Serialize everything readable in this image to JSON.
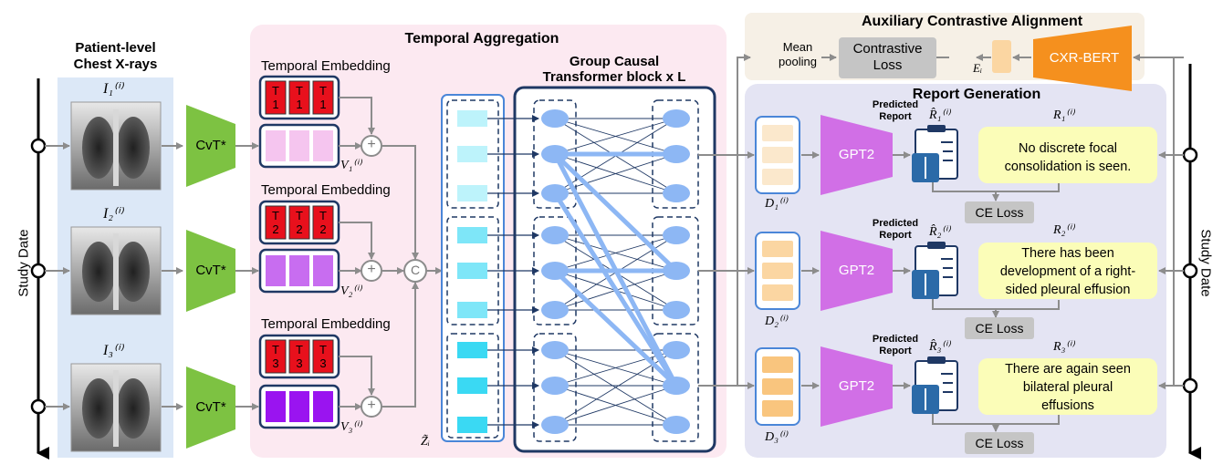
{
  "left_panel": {
    "title_line1": "Patient-level",
    "title_line2": "Chest X-rays"
  },
  "axis": {
    "left_label": "Study Date",
    "right_label": "Study Date"
  },
  "images": [
    "I₁⁽ⁱ⁾",
    "I₂⁽ⁱ⁾",
    "I₃⁽ⁱ⁾"
  ],
  "encoder": {
    "label": "CvT*"
  },
  "temporal": {
    "title": "Temporal Aggregation",
    "embedding_label": "Temporal Embedding",
    "tokens": [
      [
        "T",
        "1"
      ],
      [
        "T",
        "2"
      ],
      [
        "T",
        "3"
      ]
    ],
    "visual_features": [
      "V₁⁽ⁱ⁾",
      "V₂⁽ⁱ⁾",
      "V₃⁽ⁱ⁾"
    ],
    "plus": "+",
    "concat": "C",
    "z_label": "Z̃ᵢ",
    "transformer_title_line1": "Group Causal",
    "transformer_title_line2": "Transformer block x L"
  },
  "auxiliary": {
    "title": "Auxiliary Contrastive Alignment",
    "mean_pooling_line1": "Mean",
    "mean_pooling_line2": "pooling",
    "contrastive_line1": "Contrastive",
    "contrastive_line2": "Loss",
    "e_label": "Eᵢ",
    "cxr_bert": "CXR-BERT"
  },
  "report": {
    "title": "Report Generation",
    "decoder": "GPT2",
    "predicted_line1": "Predicted",
    "predicted_line2": "Report",
    "d_labels": [
      "D₁⁽ⁱ⁾",
      "D₂⁽ⁱ⁾",
      "D₃⁽ⁱ⁾"
    ],
    "pred_labels": [
      "R̂₁⁽ⁱ⁾",
      "R̂₂⁽ⁱ⁾",
      "R̂₃⁽ⁱ⁾"
    ],
    "gt_labels": [
      "R₁⁽ⁱ⁾",
      "R₂⁽ⁱ⁾",
      "R₃⁽ⁱ⁾"
    ],
    "reports": [
      [
        "No discrete focal",
        "consolidation is seen."
      ],
      [
        "There has been",
        "development of a right-",
        "sided pleural effusion"
      ],
      [
        "There are again seen",
        "bilateral pleural",
        "effusions"
      ]
    ],
    "loss": "CE Loss"
  },
  "colors": {
    "left_bg": "#dce8f7",
    "temporal_bg": "#fce9f1",
    "aux_bg": "#f6f0e6",
    "report_bg": "#e4e4f3",
    "cvt": "#7dc242",
    "gpt2": "#d16fe6",
    "cxr_bert": "#f5901e",
    "token_red": "#e8101c",
    "v_colors": [
      "#f5c5ef",
      "#c86df0",
      "#9a14f0"
    ],
    "z_colors": [
      "#bdf3fb",
      "#7ee6f8",
      "#3ad9f3"
    ],
    "node": "#8db7f4",
    "d_colors": [
      "#fbe8cc",
      "#fbd6a2",
      "#f9c57e"
    ],
    "report_bubble": "#fbfdb8",
    "loss_box": "#c5c5c5"
  }
}
